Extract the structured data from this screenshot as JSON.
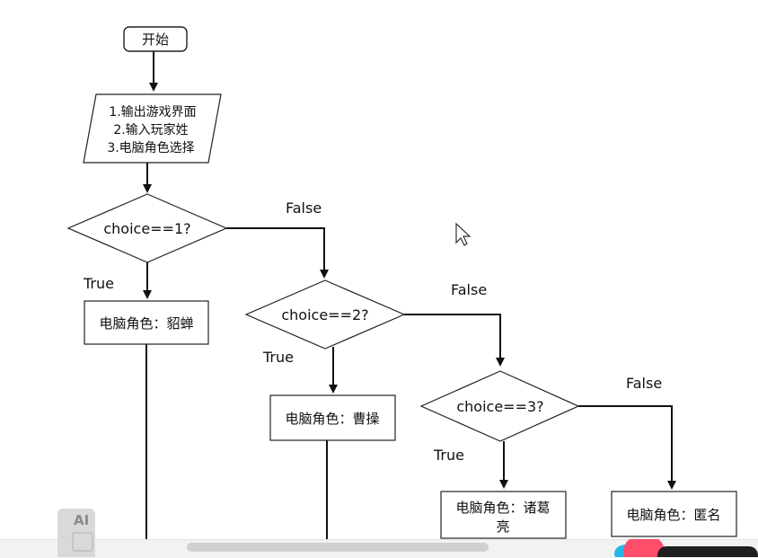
{
  "flowchart": {
    "start": "开始",
    "io_lines": [
      "1.输出游戏界面",
      "2.输入玩家姓",
      "3.电脑角色选择"
    ],
    "decisions": [
      {
        "question": "choice==1?",
        "true_label": "True",
        "false_label": "False",
        "result": "电脑角色：貂蝉"
      },
      {
        "question": "choice==2?",
        "true_label": "True",
        "false_label": "False",
        "result": "电脑角色：曹操"
      },
      {
        "question": "choice==3?",
        "true_label": "True",
        "false_label": "False",
        "result_lines": [
          "电脑角色：诸葛",
          "亮"
        ]
      }
    ],
    "default_result": "电脑角色：匿名"
  },
  "overlay": {
    "ai_badge": "AI"
  }
}
